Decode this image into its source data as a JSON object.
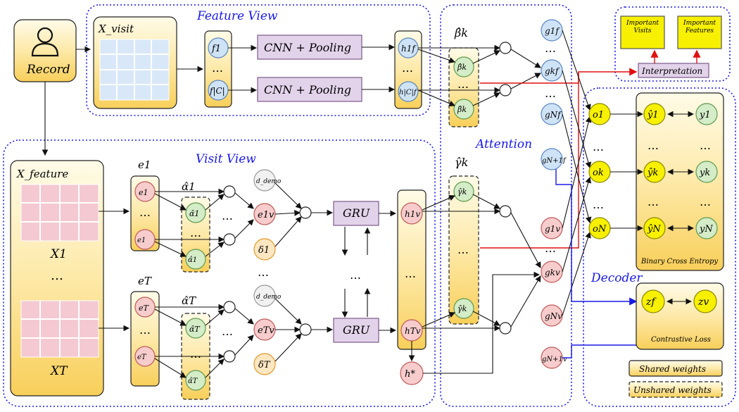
{
  "record": {
    "label": "Record"
  },
  "feature_view": {
    "title": "Feature View",
    "x_visit": "X_visit",
    "f1": "f1",
    "f_c": "f|C|",
    "dots": "…",
    "cnn1": "CNN + Pooling",
    "cnn2": "CNN + Pooling",
    "h1f": "h1f",
    "hcf": "h|C|f"
  },
  "visit_view": {
    "title": "Visit View",
    "x_feature": "X_feature",
    "x1": "X1",
    "xt": "XT",
    "e1": "e1",
    "et": "eT",
    "alpha1": "α̂1",
    "alphat": "α̂T",
    "d_demo": "d_demo",
    "e1v": "e1v",
    "etv": "eTv",
    "delta1": "δ1",
    "deltat": "δT",
    "gru": "GRU",
    "h1v": "h1v",
    "htv": "hTv",
    "hstar": "h*"
  },
  "attention": {
    "title": "Attention",
    "beta": "β̂k",
    "gamma": "γ̂k",
    "g_f": [
      "g1f",
      "gkf",
      "gNf",
      "gN+1f"
    ],
    "g_v": [
      "g1v",
      "gkv",
      "gNv",
      "gN+1v"
    ]
  },
  "interpretation": {
    "visits": "Important Visits",
    "features": "Important Features",
    "label": "Interpretation"
  },
  "decoder": {
    "title": "Decoder",
    "o": [
      "o1",
      "ok",
      "oN"
    ],
    "yhat": [
      "ŷ1",
      "ŷk",
      "ŷN"
    ],
    "y": [
      "y1",
      "yk",
      "yN"
    ],
    "bce": "Binary Cross Entropy",
    "zf": "zf",
    "zv": "zv",
    "contrastive": "Contrastive Loss"
  },
  "legend": {
    "shared": "Shared weights",
    "unshared": "Unshared weights"
  }
}
